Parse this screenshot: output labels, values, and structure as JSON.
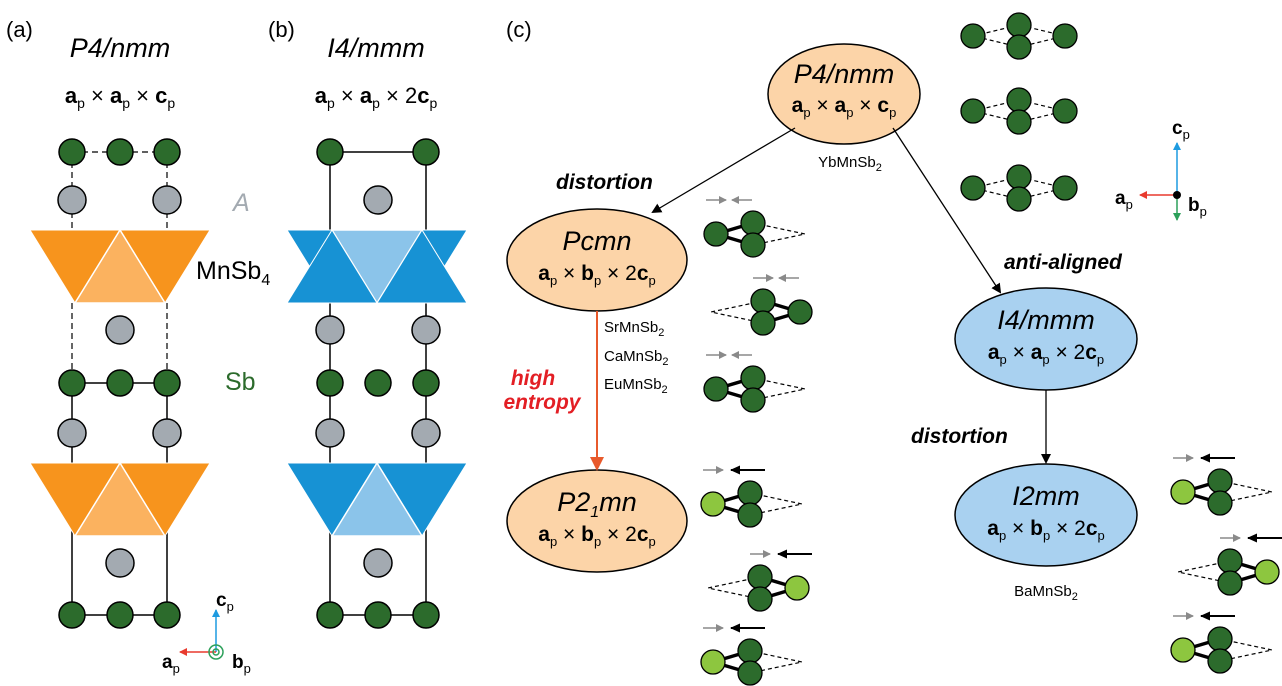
{
  "panel_labels": {
    "a": "(a)",
    "b": "(b)",
    "c": "(c)"
  },
  "panel_a": {
    "space_group": "P4/nmm",
    "cell": {
      "a": "a",
      "a_sub": "p",
      "x1": " × ",
      "b": "a",
      "b_sub": "p",
      "x2": " × ",
      "c_prefix": "",
      "c": "c",
      "c_sub": "p"
    }
  },
  "panel_b": {
    "space_group": "I4/mmm",
    "cell": {
      "a": "a",
      "a_sub": "p",
      "x1": " × ",
      "b": "a",
      "b_sub": "p",
      "x2": " × ",
      "c_prefix": "2",
      "c": "c",
      "c_sub": "p"
    }
  },
  "labels": {
    "A": "A",
    "MnSb": "MnSb",
    "MnSb_sub": "4",
    "Sb": "Sb"
  },
  "axes": {
    "c": "c",
    "a": "a",
    "b": "b",
    "sub": "p"
  },
  "nodes": {
    "top": {
      "sg": "P4/nmm",
      "a": "a",
      "a_sub": "p",
      "x1": " × ",
      "b": "a",
      "b_sub": "p",
      "x2": " × ",
      "c_prefix": "",
      "c": "c",
      "c_sub": "p"
    },
    "pcmn": {
      "sg": "Pcmn",
      "a": "a",
      "a_sub": "p",
      "x1": " × ",
      "b": "b",
      "b_sub": "p",
      "x2": " × 2",
      "c": "c",
      "c_sub": "p"
    },
    "p21mn": {
      "sg_main": "P2",
      "sg_sub": "1",
      "sg_end": "mn",
      "a": "a",
      "a_sub": "p",
      "x1": " × ",
      "b": "b",
      "b_sub": "p",
      "x2": " × 2",
      "c": "c",
      "c_sub": "p"
    },
    "i4mmm": {
      "sg": "I4/mmm",
      "a": "a",
      "a_sub": "p",
      "x1": " × ",
      "b": "a",
      "b_sub": "p",
      "x2": " × 2",
      "c": "c",
      "c_sub": "p"
    },
    "i2mm": {
      "sg": "I2mm",
      "a": "a",
      "a_sub": "p",
      "x1": " × ",
      "b": "b",
      "b_sub": "p",
      "x2": " × 2",
      "c": "c",
      "c_sub": "p"
    }
  },
  "compounds": {
    "ybmnsb2": {
      "main": "YbMnSb",
      "sub": "2"
    },
    "srmnsb2": {
      "main": "SrMnSb",
      "sub": "2"
    },
    "camnsb2": {
      "main": "CaMnSb",
      "sub": "2"
    },
    "eumnsb2": {
      "main": "EuMnSb",
      "sub": "2"
    },
    "bamnsb2": {
      "main": "BaMnSb",
      "sub": "2"
    }
  },
  "arrows": {
    "distortion_left": "distortion",
    "anti_aligned": "anti-aligned",
    "high": "high",
    "entropy": "entropy",
    "distortion_right": "distortion"
  },
  "colors": {
    "sb_green": "#2c6b2c",
    "light_green": "#8dc63f",
    "grey_atom": "#a3aab1",
    "orange": "#f7941d",
    "orange_light": "#fbb25f",
    "blue": "#1792d4",
    "blue_light": "#8bc4ea",
    "node_orange": "#fcd4a8",
    "node_blue": "#a9d1f0",
    "red_arrow": "#e85a2c",
    "red_text": "#e31e24",
    "axis_c": "#1e9be0",
    "axis_a": "#e83a2e",
    "axis_b": "#2ca05a"
  }
}
